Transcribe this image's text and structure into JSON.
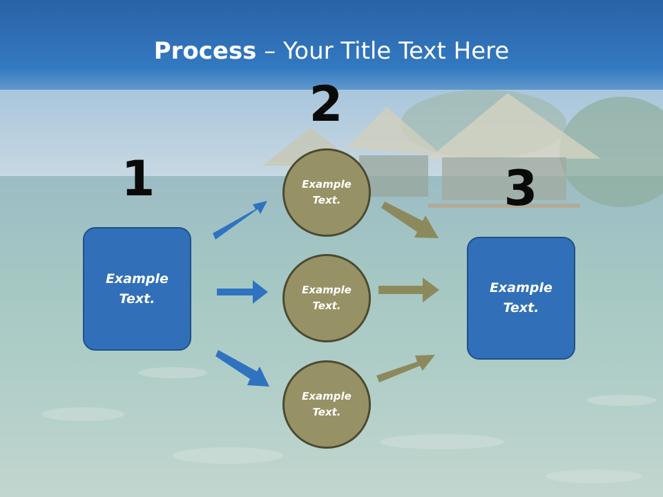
{
  "title": {
    "bold": "Process",
    "rest": " – Your Title Text Here"
  },
  "steps": [
    {
      "number": "1",
      "text": "Example Text."
    },
    {
      "number": "2",
      "items": [
        "Example Text.",
        "Example Text.",
        "Example Text."
      ]
    },
    {
      "number": "3",
      "text": "Example Text."
    }
  ],
  "colors": {
    "header_blue": "#2f70b4",
    "box_blue": "#3170b8",
    "circle_olive": "#979266",
    "arrow_blue": "#2f73c0",
    "arrow_olive": "#8c8a5c",
    "water": "#aac8c4"
  }
}
